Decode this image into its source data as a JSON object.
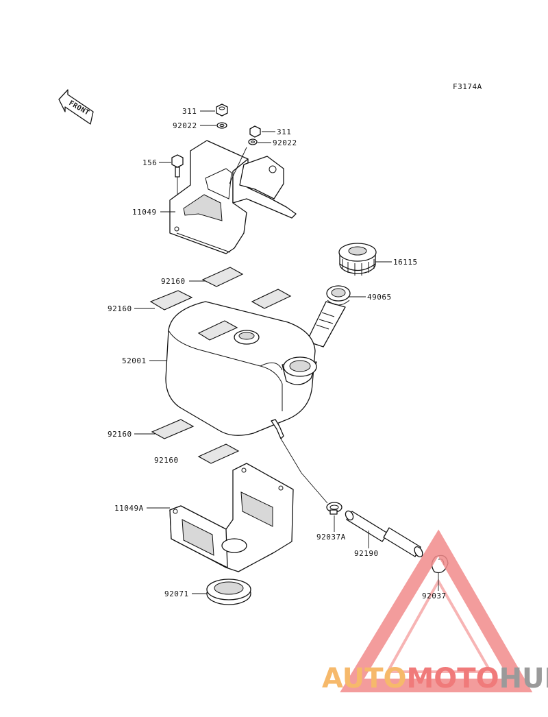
{
  "diagram": {
    "figure_code": "F3174A",
    "front_arrow_label": "FRONT"
  },
  "parts": [
    {
      "id": "p311a",
      "number": "311",
      "name": "nut"
    },
    {
      "id": "p92022a",
      "number": "92022",
      "name": "washer"
    },
    {
      "id": "p311b",
      "number": "311",
      "name": "nut"
    },
    {
      "id": "p92022b",
      "number": "92022",
      "name": "washer"
    },
    {
      "id": "p156",
      "number": "156",
      "name": "bolt"
    },
    {
      "id": "p11049",
      "number": "11049",
      "name": "upper bracket"
    },
    {
      "id": "p16115",
      "number": "16115",
      "name": "tank cap"
    },
    {
      "id": "p49065",
      "number": "49065",
      "name": "filler neck"
    },
    {
      "id": "p92160a",
      "number": "92160",
      "name": "pad"
    },
    {
      "id": "p92160b",
      "number": "92160",
      "name": "pad"
    },
    {
      "id": "p52001",
      "number": "52001",
      "name": "tank"
    },
    {
      "id": "p92160c",
      "number": "92160",
      "name": "pad"
    },
    {
      "id": "p92160d",
      "number": "92160",
      "name": "pad"
    },
    {
      "id": "p11049A",
      "number": "11049A",
      "name": "lower bracket"
    },
    {
      "id": "p92037A",
      "number": "92037A",
      "name": "clamp"
    },
    {
      "id": "p92190",
      "number": "92190",
      "name": "hose"
    },
    {
      "id": "p92071",
      "number": "92071",
      "name": "grommet"
    },
    {
      "id": "p92037",
      "number": "92037",
      "name": "clamp"
    }
  ],
  "watermark": {
    "parts": [
      "AUTO",
      "MOTO",
      "HUB"
    ],
    "colors": {
      "auto": "#f6b96b",
      "moto": "#f07a7a",
      "hub": "#9a9a9a",
      "triangle": "#f28b8b"
    }
  }
}
